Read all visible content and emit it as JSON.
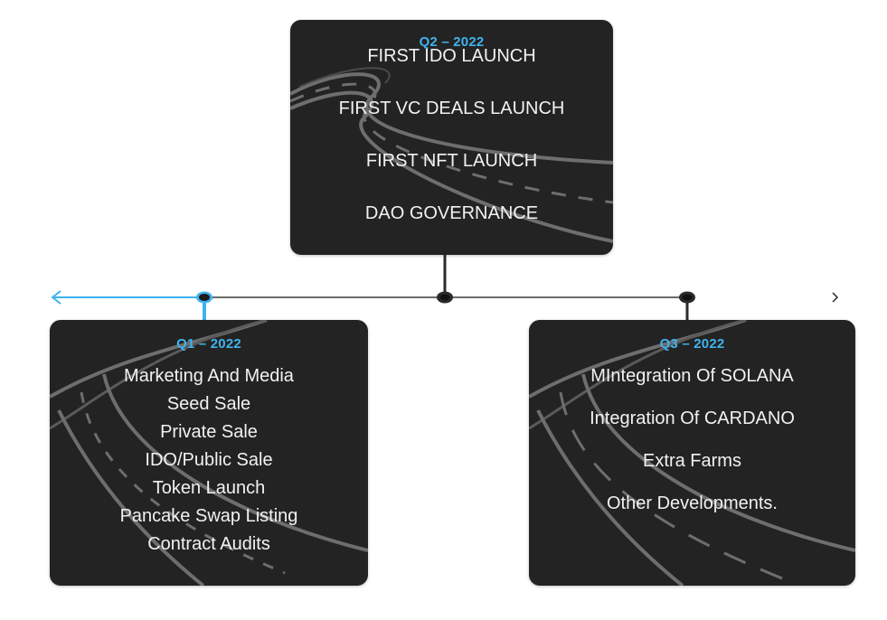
{
  "roadmap": {
    "q2": {
      "label": "Q2 – 2022",
      "items": [
        "FIRST IDO LAUNCH",
        "FIRST VC DEALS  LAUNCH",
        "FIRST NFT  LAUNCH",
        "DAO GOVERNANCE"
      ]
    },
    "q1": {
      "label": "Q1 – 2022",
      "items": [
        "Marketing And Media",
        "Seed Sale",
        "Private Sale",
        "IDO/Public Sale",
        "Token Launch",
        "Pancake Swap Listing",
        "Contract Audits"
      ]
    },
    "q3": {
      "label": "Q3 – 2022",
      "items": [
        "MIntegration Of SOLANA",
        "Integration Of CARDANO",
        "Extra Farms",
        "Other Developments."
      ]
    }
  },
  "icons": {
    "prev": "chevron-left-icon",
    "next": "chevron-right-icon",
    "node": "timeline-dot-icon"
  },
  "colors": {
    "card_background": "#232323",
    "accent": "#3fb3ee",
    "text": "#f2f2f2",
    "timeline_line": "#2b2b2b",
    "road": "#6e6e6e"
  }
}
